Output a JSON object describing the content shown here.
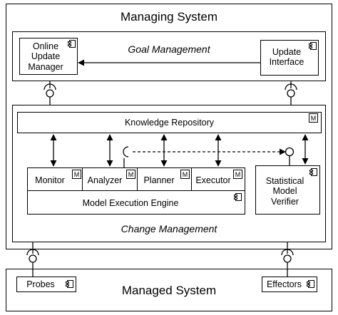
{
  "managing_system": {
    "title": "Managing System",
    "goal_management": {
      "label": "Goal Management",
      "online_update_manager": "Online\nUpdate\nManager",
      "update_interface": "Update\nInterface"
    },
    "change_management": {
      "label": "Change Management",
      "knowledge_repository": "Knowledge Repository",
      "monitor": "Monitor",
      "analyzer": "Analyzer",
      "planner": "Planner",
      "executor": "Executor",
      "model_execution_engine": "Model Execution Engine",
      "statistical_model_verifier": "Statistical\nModel\nVerifier",
      "model_badge": "M"
    }
  },
  "managed_system": {
    "title": "Managed System",
    "probes": "Probes",
    "effectors": "Effectors"
  }
}
